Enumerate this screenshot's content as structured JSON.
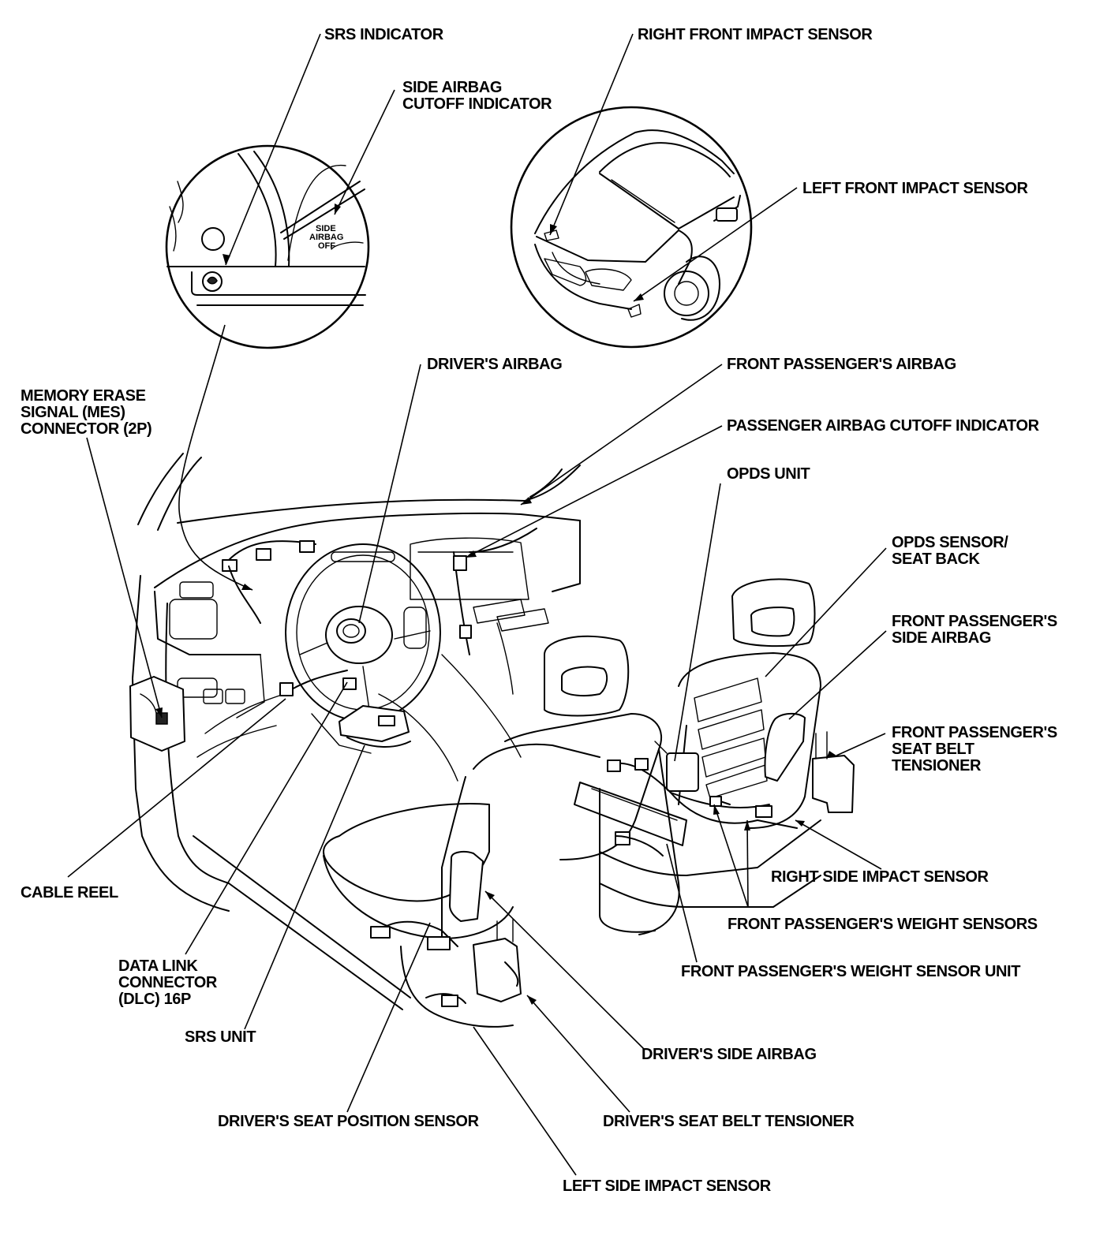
{
  "labels": {
    "srs_indicator": "SRS INDICATOR",
    "side_airbag_cutoff_1": "SIDE AIRBAG",
    "side_airbag_cutoff_2": "CUTOFF INDICATOR",
    "right_front_impact": "RIGHT FRONT IMPACT SENSOR",
    "left_front_impact": "LEFT FRONT IMPACT SENSOR",
    "mes_1": "MEMORY ERASE",
    "mes_2": "SIGNAL (MES)",
    "mes_3": "CONNECTOR (2P)",
    "drivers_airbag": "DRIVER'S AIRBAG",
    "front_passenger_airbag": "FRONT PASSENGER'S AIRBAG",
    "passenger_cutoff": "PASSENGER AIRBAG CUTOFF INDICATOR",
    "opds_unit": "OPDS UNIT",
    "opds_sensor_1": "OPDS SENSOR/",
    "opds_sensor_2": "SEAT BACK",
    "fp_side_airbag_1": "FRONT PASSENGER'S",
    "fp_side_airbag_2": "SIDE AIRBAG",
    "fp_tensioner_1": "FRONT PASSENGER'S",
    "fp_tensioner_2": "SEAT BELT",
    "fp_tensioner_3": "TENSIONER",
    "cable_reel": "CABLE REEL",
    "right_side_impact": "RIGHT SIDE IMPACT SENSOR",
    "fp_weight_sensors": "FRONT PASSENGER'S WEIGHT SENSORS",
    "dlc_1": "DATA LINK",
    "dlc_2": "CONNECTOR",
    "dlc_3": "(DLC) 16P",
    "fp_weight_unit": "FRONT PASSENGER'S WEIGHT SENSOR UNIT",
    "srs_unit": "SRS UNIT",
    "drivers_side_airbag": "DRIVER'S SIDE AIRBAG",
    "drivers_seat_position": "DRIVER'S SEAT POSITION SENSOR",
    "drivers_tensioner": "DRIVER'S SEAT BELT TENSIONER",
    "left_side_impact": "LEFT SIDE IMPACT SENSOR"
  },
  "inset_gauge": {
    "line1": "SIDE",
    "line2": "AIRBAG",
    "line3": "OFF"
  }
}
